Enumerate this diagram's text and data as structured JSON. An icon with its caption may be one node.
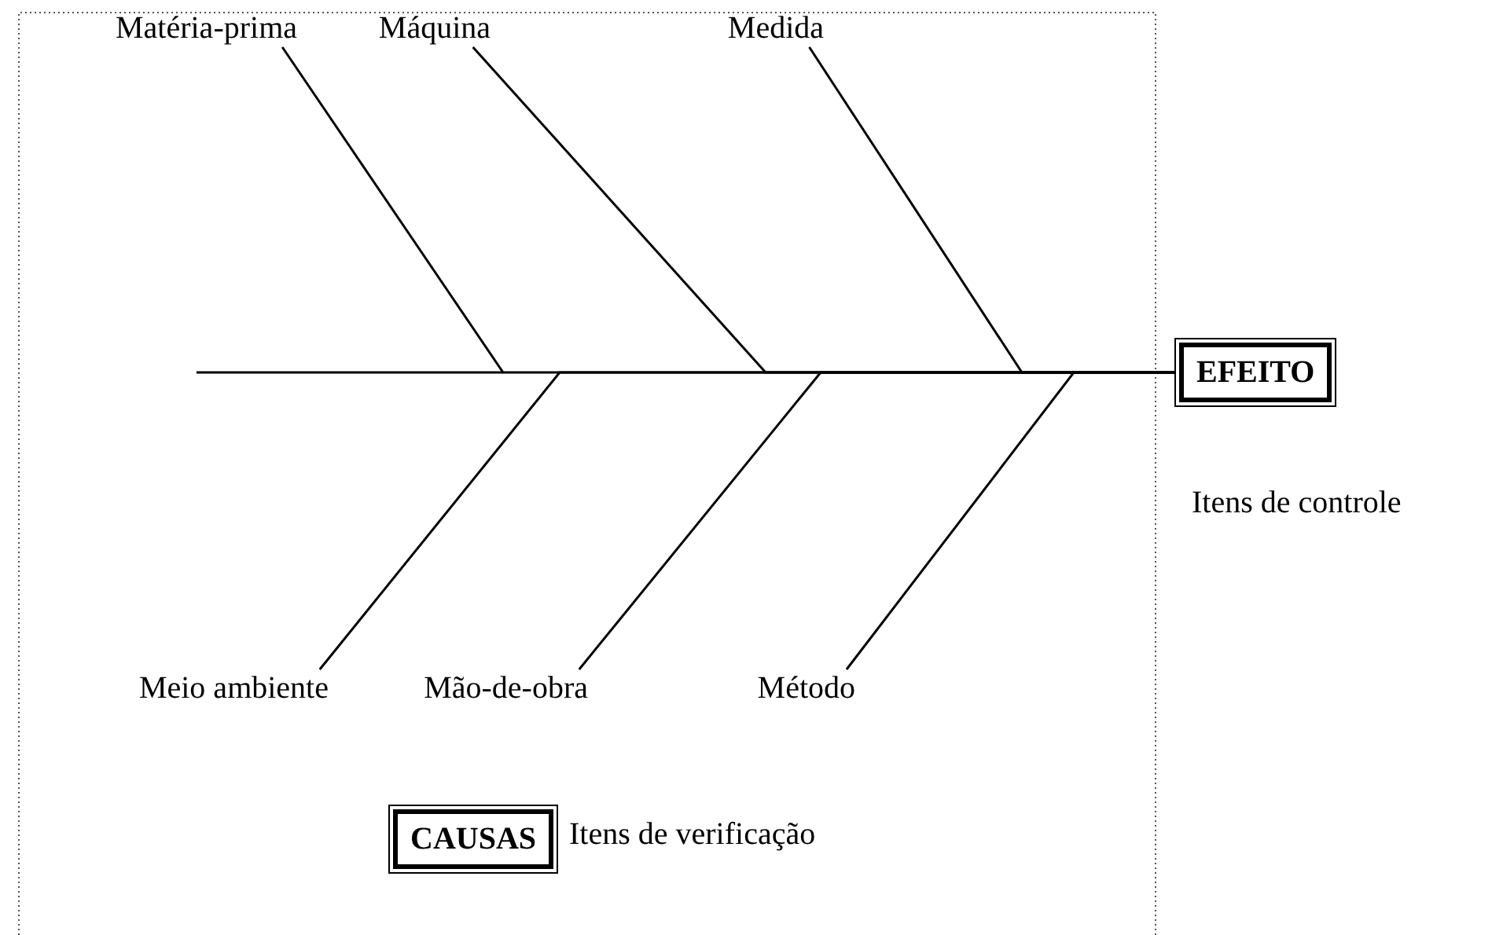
{
  "diagram": {
    "nodes": [
      {
        "text": [
          "Matéria-prima"
        ]
      },
      {
        "text": [
          "Máquina"
        ]
      },
      {
        "text": [
          "Medida"
        ]
      },
      {
        "text": [
          "Meio ambiente"
        ]
      },
      {
        "text": [
          "Mão-de-obra"
        ]
      },
      {
        "text": [
          "Método"
        ]
      },
      {
        "text": [
          "EFEITO"
        ],
        "beside": [
          "Itens de controle"
        ]
      },
      {
        "text": [
          "CAUSAS"
        ],
        "beside": [
          "Itens de verificação"
        ]
      }
    ],
    "edges": [
      {
        "from": 0,
        "to": 6,
        "arrow": "none"
      },
      {
        "from": 1,
        "to": 6,
        "arrow": "none"
      },
      {
        "from": 2,
        "to": 6,
        "arrow": "none"
      },
      {
        "from": 3,
        "to": 6,
        "arrow": "none"
      },
      {
        "from": 4,
        "to": 6,
        "arrow": "none"
      },
      {
        "from": 5,
        "to": 6,
        "arrow": "none"
      }
    ]
  }
}
